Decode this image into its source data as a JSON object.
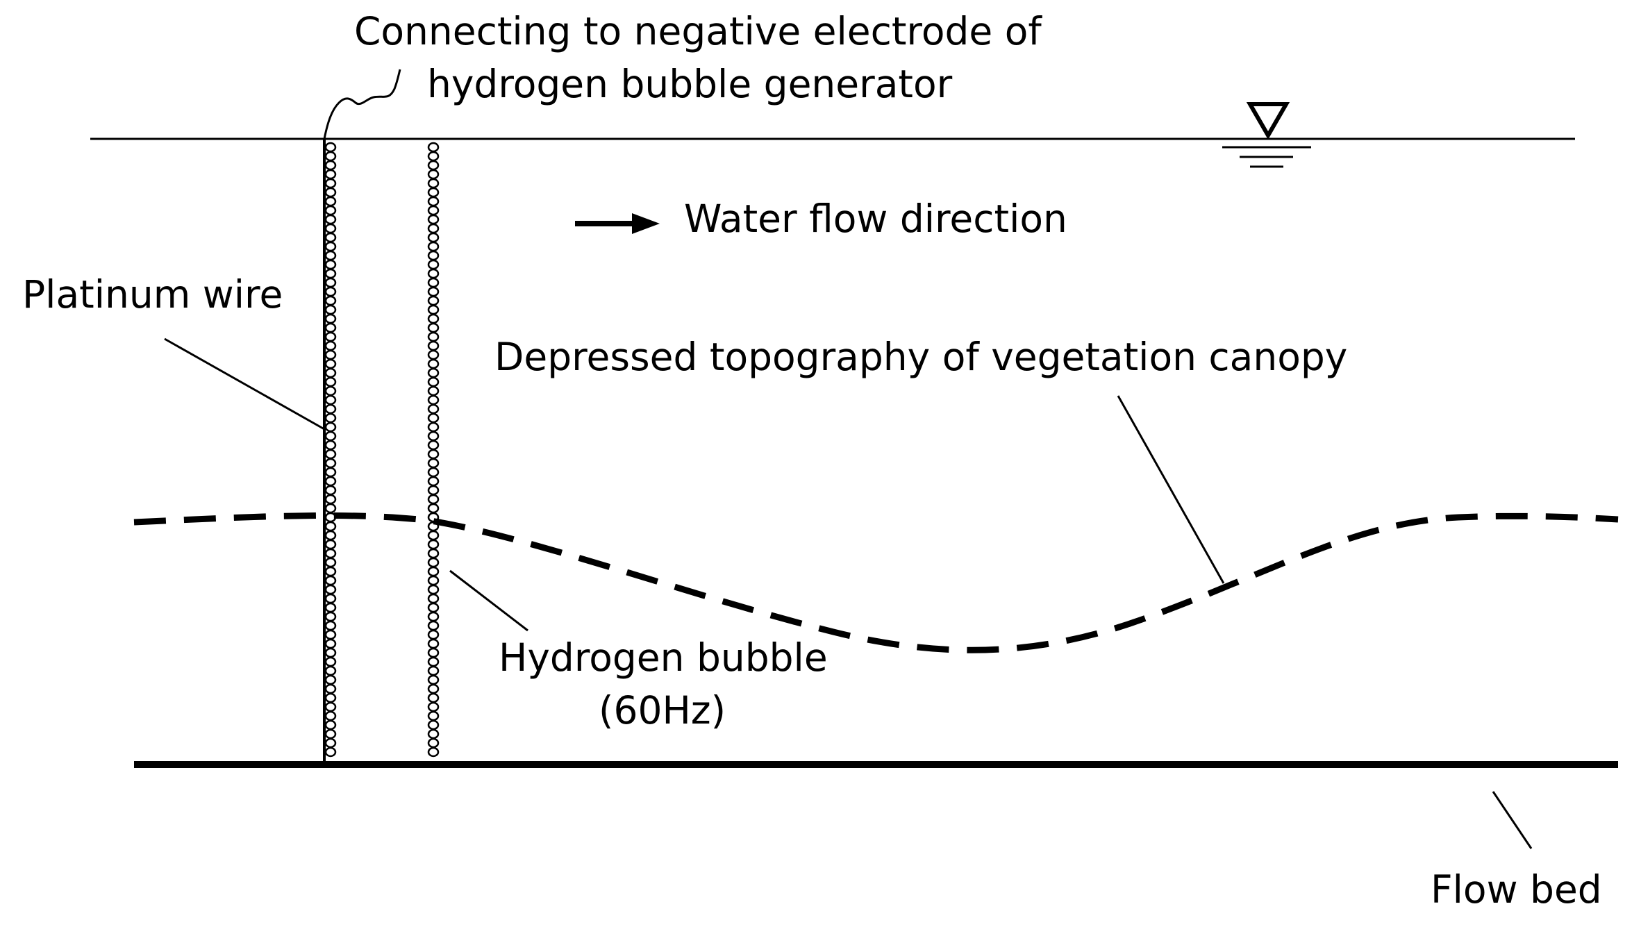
{
  "labels": {
    "electrode_line1": "Connecting to negative electrode of",
    "electrode_line2": "hydrogen bubble generator",
    "water_flow": "Water flow direction",
    "platinum_wire": "Platinum wire",
    "canopy": "Depressed topography of vegetation canopy",
    "bubble_line1": "Hydrogen bubble",
    "bubble_line2": "(60Hz)",
    "flow_bed": "Flow bed"
  },
  "colors": {
    "ink": "#000000",
    "background": "#ffffff"
  },
  "icons": {
    "water_surface": "inverted-triangle-water-level-icon",
    "flow_arrow": "right-arrow-icon"
  }
}
